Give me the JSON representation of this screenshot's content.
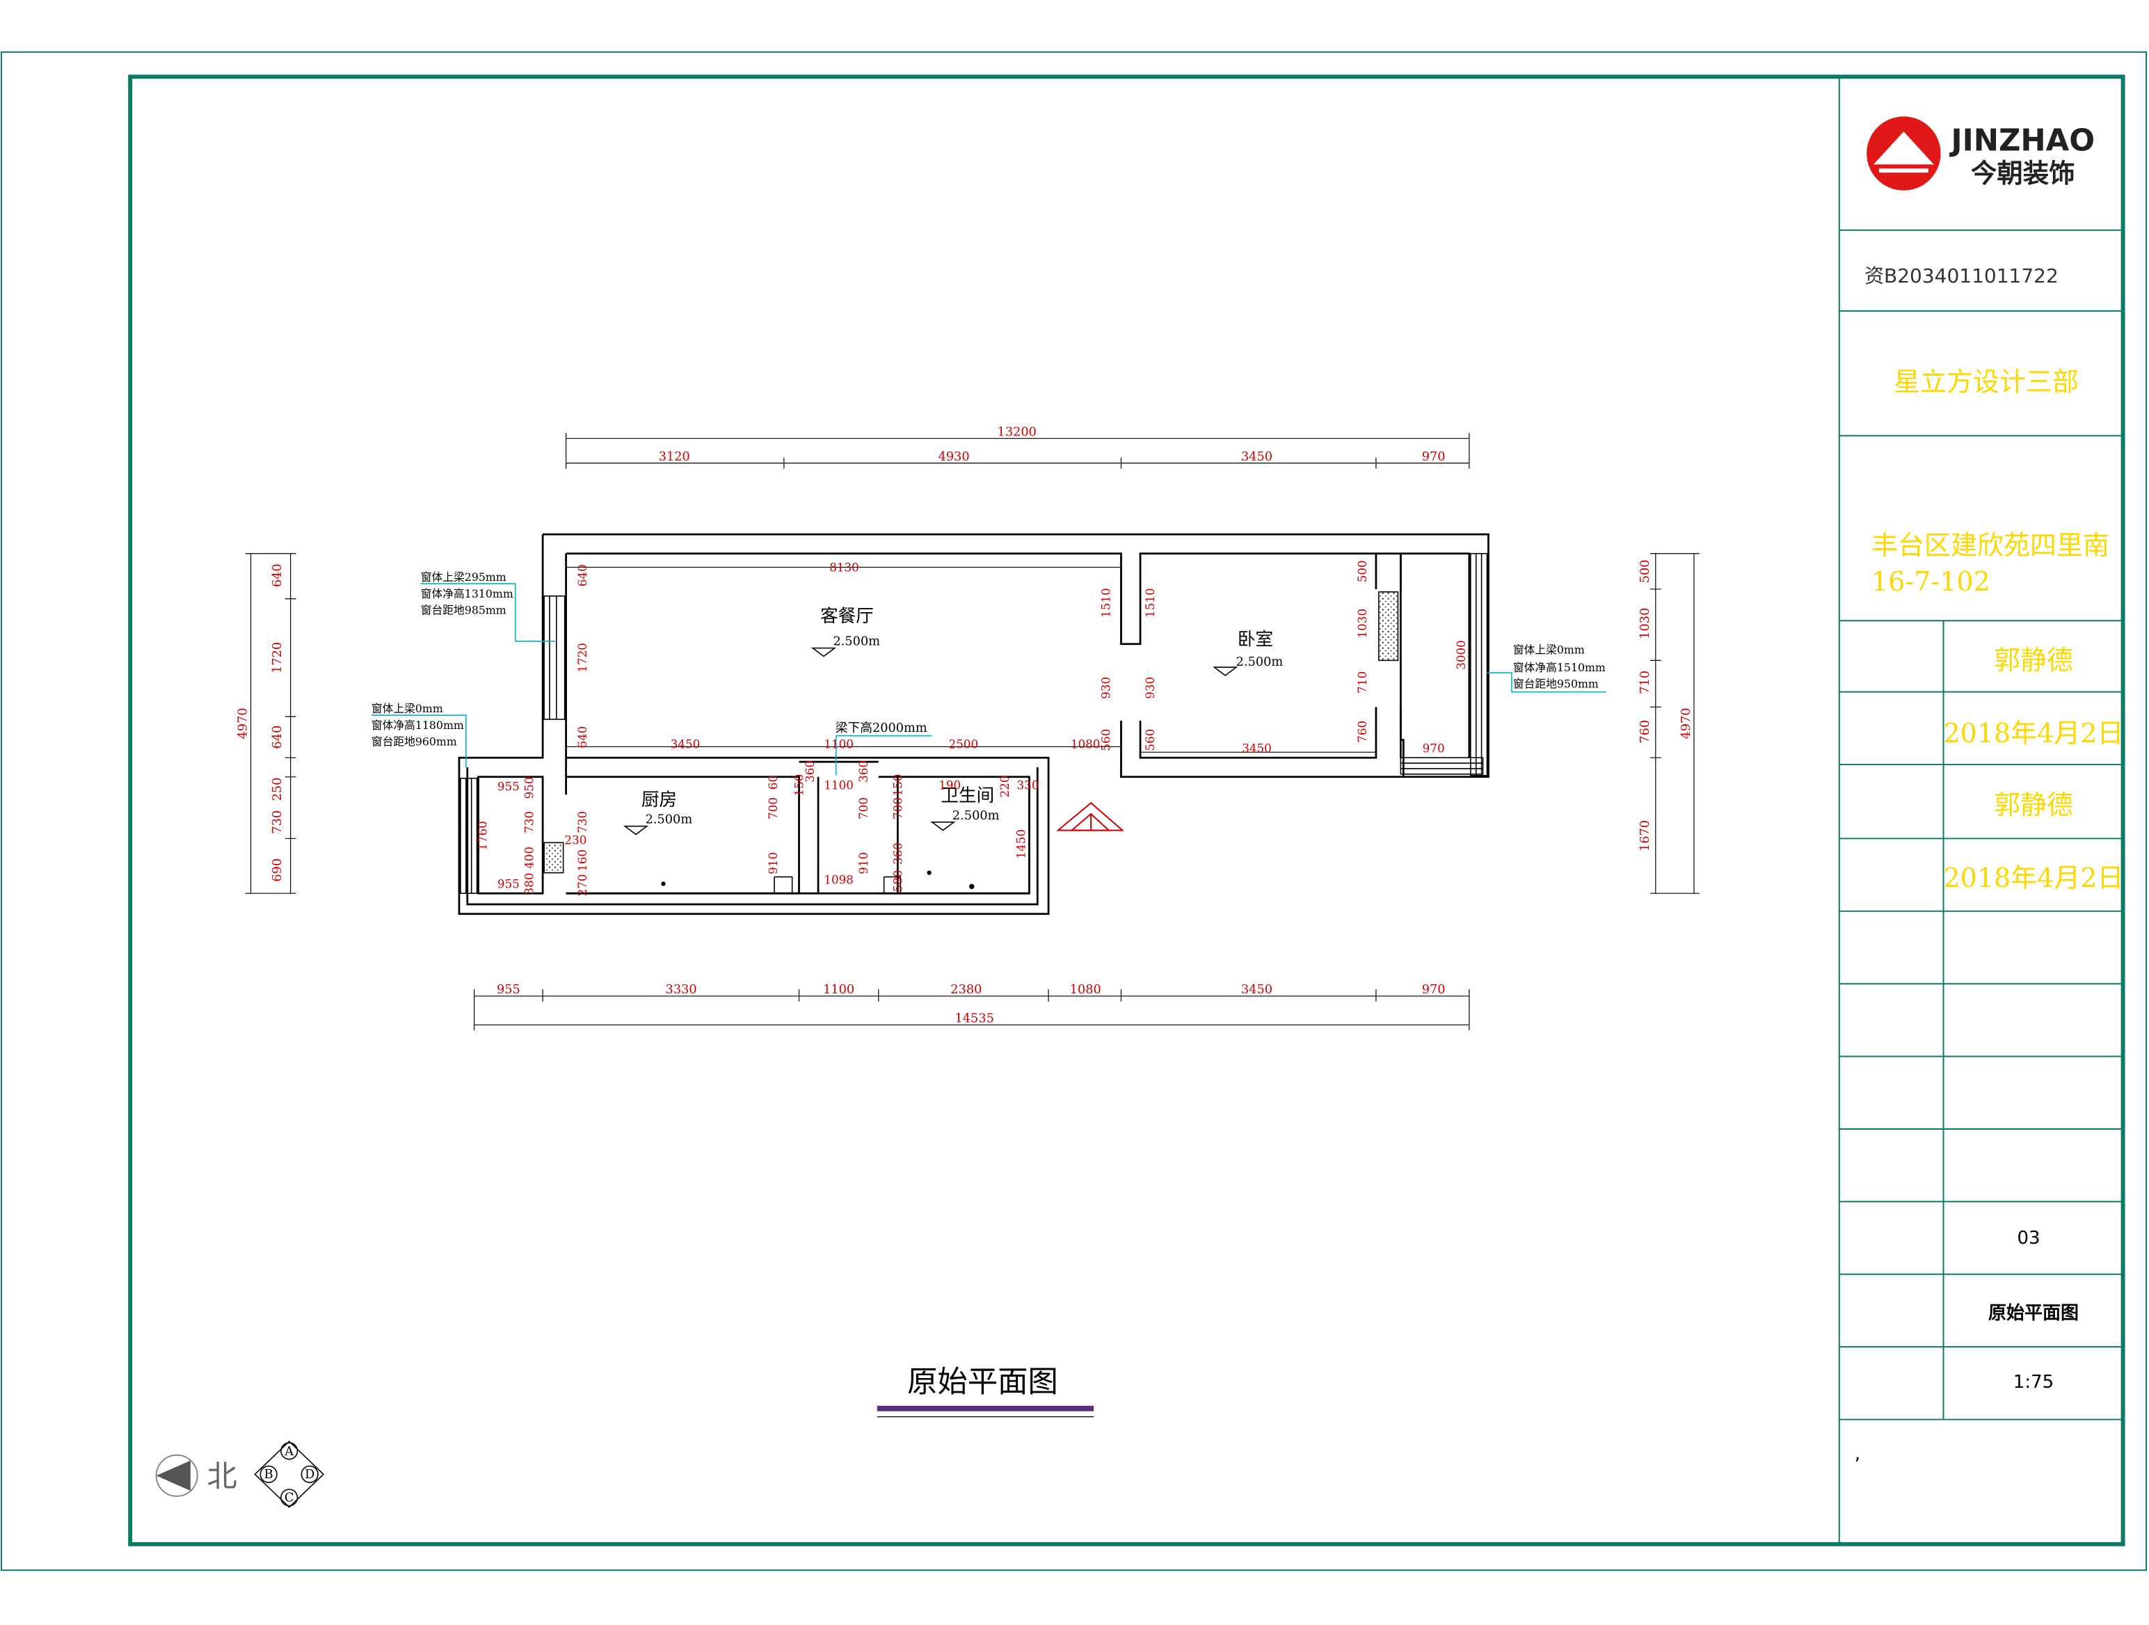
{
  "title_block": {
    "brand_name": "JINZHAO",
    "brand_cn": "今朝装饰",
    "license": "资B2034011011722",
    "department": "星立方设计三部",
    "address": "丰台区建欣苑四里南16-7-102",
    "designer": "郭静德",
    "design_date": "2018年4月2日",
    "checker": "郭静德",
    "check_date": "2018年4月2日",
    "sheet_no": "03",
    "sheet_title": "原始平面图",
    "scale": "1:75",
    "note_mark": ","
  },
  "drawing": {
    "title": "原始平面图",
    "rooms": {
      "living": {
        "name": "客餐厅",
        "height": "2.500m"
      },
      "bedroom": {
        "name": "卧室",
        "height": "2.500m"
      },
      "kitchen": {
        "name": "厨房",
        "height": "2.500m"
      },
      "bathroom": {
        "name": "卫生间",
        "height": "2.500m"
      }
    },
    "beam_note": "梁下高2000mm",
    "window_notes": {
      "living": [
        "窗体上梁295mm",
        "窗体净高1310mm",
        "窗台距地985mm"
      ],
      "kitchen": [
        "窗体上梁0mm",
        "窗体净高1180mm",
        "窗台距地960mm"
      ],
      "bedroom": [
        "窗体上梁0mm",
        "窗体净高1510mm",
        "窗台距地950mm"
      ]
    },
    "top_dims": {
      "total": "13200",
      "segments": [
        "3120",
        "4930",
        "3450",
        "970"
      ]
    },
    "bottom_dims": {
      "total": "14535",
      "segments": [
        "955",
        "3330",
        "1100",
        "2380",
        "1080",
        "3450",
        "970"
      ]
    },
    "left_dims": {
      "total": "4970",
      "segments": [
        "640",
        "1720",
        "640",
        "250",
        "730",
        "690"
      ]
    },
    "right_dims": {
      "total": "4970",
      "segments": [
        "500",
        "1030",
        "710",
        "760",
        "1670"
      ]
    },
    "inner_dims": [
      "8130",
      "640",
      "1720",
      "640",
      "1510",
      "930",
      "560",
      "3450",
      "1100",
      "2500",
      "1080",
      "500",
      "1030",
      "710",
      "760",
      "1510",
      "930",
      "560",
      "3000",
      "3450",
      "970",
      "955",
      "950",
      "1760",
      "730",
      "400",
      "380",
      "955",
      "230",
      "160",
      "270",
      "730",
      "150",
      "360",
      "360",
      "700",
      "60",
      "910",
      "1100",
      "700",
      "910",
      "1098",
      "190",
      "150",
      "700",
      "360",
      "580",
      "220",
      "330",
      "1450"
    ],
    "compass": {
      "north": "北",
      "markers": [
        "A",
        "B",
        "C",
        "D"
      ]
    }
  },
  "colors": {
    "frame": "#0a7a66",
    "wall": "#000000",
    "dimension_text": "#cc0000",
    "annotation": "#00b4c8",
    "title_yellow": "#ffd700",
    "logo_red": "#e01818",
    "title_bar": "#5a2d82"
  }
}
